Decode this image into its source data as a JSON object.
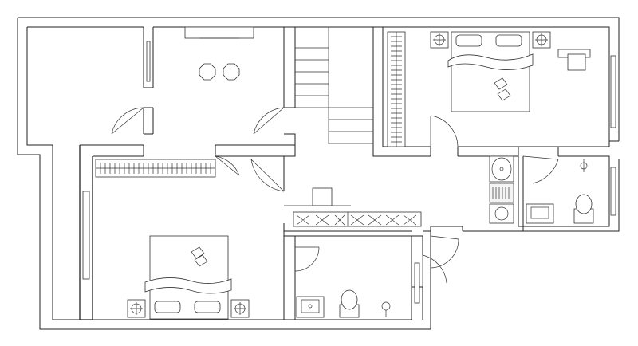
{
  "drawing": {
    "kind": "floor-plan",
    "style": "black line drawing on white",
    "colors": {
      "line": "#222222",
      "background": "#ffffff"
    },
    "labels": []
  },
  "rooms": [
    {
      "id": "stair-side-void",
      "type": "void"
    },
    {
      "id": "study",
      "type": "room",
      "furniture": [
        "wall-shelf",
        "round-stool",
        "round-stool"
      ]
    },
    {
      "id": "stairwell",
      "type": "stairs"
    },
    {
      "id": "master-bedroom",
      "type": "bedroom",
      "furniture": [
        "wardrobe",
        "double-bed",
        "nightstand-lamp",
        "nightstand-lamp",
        "desk",
        "chair"
      ]
    },
    {
      "id": "second-bedroom",
      "type": "bedroom",
      "furniture": [
        "wardrobe",
        "double-bed",
        "nightstand-lamp",
        "nightstand-lamp"
      ]
    },
    {
      "id": "hallway",
      "type": "corridor",
      "furniture": [
        "desk",
        "low-cabinet"
      ]
    },
    {
      "id": "bathroom-small",
      "type": "bathroom",
      "fixtures": [
        "vanity-sink",
        "toilet",
        "floor-lamp"
      ]
    },
    {
      "id": "ensuite",
      "type": "bathroom",
      "fixtures": [
        "oval-basin",
        "washing-machine",
        "shower",
        "vanity-sink",
        "toilet"
      ]
    }
  ],
  "door_count": 9,
  "icons": [
    "lamp-icon",
    "stool-icon",
    "toilet-icon",
    "sink-icon",
    "shower-icon",
    "washing-machine-icon",
    "bed-icon"
  ]
}
